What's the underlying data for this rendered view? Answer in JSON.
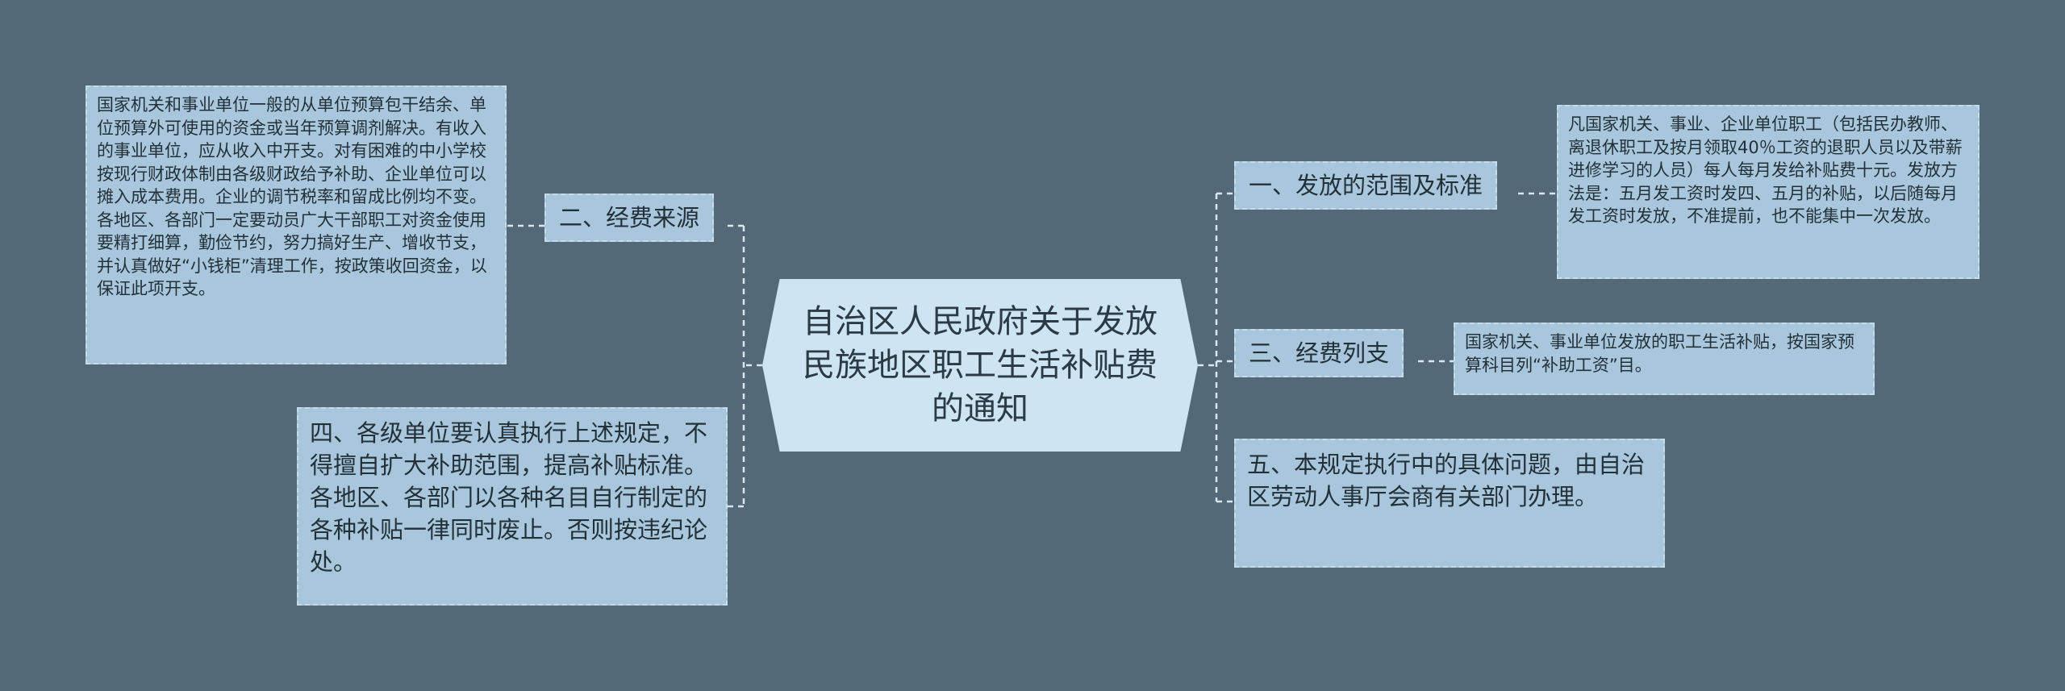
{
  "colors": {
    "background": "#536978",
    "root_fill": "#cde4f2",
    "node_fill": "#a9c7dc",
    "node_border": "#c7dcea",
    "connector": "#dbe7ef",
    "text": "#233038"
  },
  "root": {
    "title": "自治区人民政府关于发放民族地区职工生活补贴费的通知"
  },
  "branches": [
    {
      "label": "一、发放的范围及标准",
      "detail": "凡国家机关、事业、企业单位职工（包括民办教师、离退休职工及按月领取40％工资的退职人员以及带薪进修学习的人员）每人每月发给补贴费十元。发放方法是：五月发工资时发四、五月的补贴，以后随每月发工资时发放，不准提前，也不能集中一次发放。"
    },
    {
      "label": "二、经费来源",
      "detail": "国家机关和事业单位一般的从单位预算包干结余、单位预算外可使用的资金或当年预算调剂解决。有收入的事业单位，应从收入中开支。对有困难的中小学校按现行财政体制由各级财政给予补助、企业单位可以摊入成本费用。企业的调节税率和留成比例均不变。各地区、各部门一定要动员广大干部职工对资金使用要精打细算，勤俭节约，努力搞好生产、增收节支，并认真做好“小钱柜”清理工作，按政策收回资金，以保证此项开支。"
    },
    {
      "label": "三、经费列支",
      "detail": "国家机关、事业单位发放的职工生活补贴，按国家预算科目列“补助工资”目。"
    },
    {
      "label": "四、各级单位要认真执行上述规定，不得擅自扩大补助范围，提高补贴标准。各地区、各部门以各种名目自行制定的各种补贴一律同时废止。否则按违纪论处。"
    },
    {
      "label": "五、本规定执行中的具体问题，由自治区劳动人事厅会商有关部门办理。"
    }
  ]
}
